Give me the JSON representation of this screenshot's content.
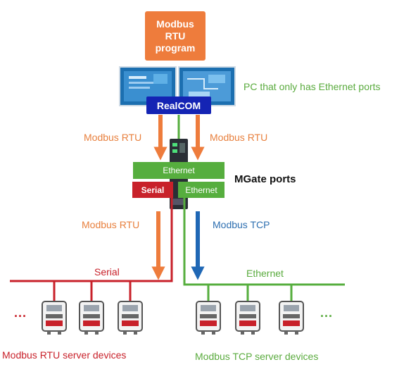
{
  "program_box": "Modbus\nRTU\nprogram",
  "pc_label": "PC that only has Ethernet ports",
  "realcom_label": "RealCOM",
  "rtu_left_label": "Modbus RTU",
  "rtu_right_label": "Modbus RTU",
  "mgate": {
    "ethernet_bar": "Ethernet",
    "serial_port": "Serial",
    "ethernet_port": "Ethernet",
    "title": "MGate ports"
  },
  "rtu_lower_label": "Modbus RTU",
  "tcp_label": "Modbus TCP",
  "serial_bus_label": "Serial",
  "ethernet_bus_label": "Ethernet",
  "left_ellipsis": "...",
  "right_ellipsis": "...",
  "rtu_devices_label": "Modbus RTU server devices",
  "tcp_devices_label": "Modbus TCP server devices",
  "colors": {
    "orange": "#ee7c3c",
    "green": "#56ae3e",
    "red": "#c8212a",
    "blue": "#1f67b5",
    "navy": "#1424b4"
  }
}
